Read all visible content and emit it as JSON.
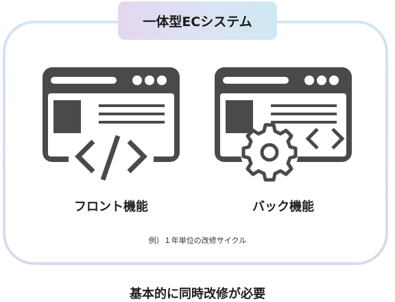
{
  "title": "一体型ECシステム",
  "systems": [
    {
      "label": "フロント機能",
      "icon": "browser-code-icon"
    },
    {
      "label": "バック機能",
      "icon": "browser-gear-icon"
    }
  ],
  "note": "例）１年単位の改修サイクル",
  "bottom_caption": "基本的に同時改修が必要",
  "colors": {
    "icon": "#4a4a4a",
    "frame_gradient": [
      "#cfe6f4",
      "#e0d6ec"
    ],
    "pill_gradient": [
      "#e4d7ee",
      "#cfe8f4"
    ]
  }
}
